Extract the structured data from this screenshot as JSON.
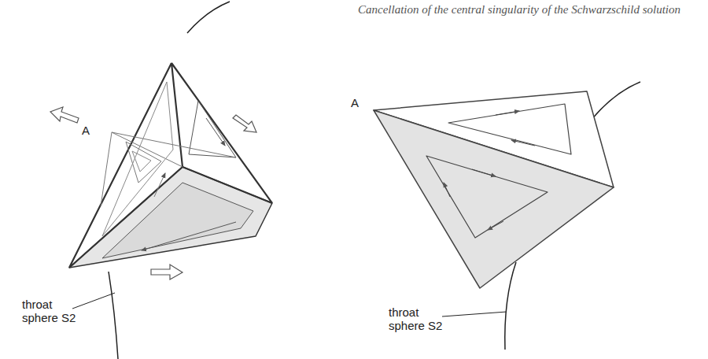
{
  "diagram": {
    "labels": [
      "Cancellation of the central singularity of the Schwarzschild solution",
      "A",
      "throat sphere S2",
      "A",
      "throat sphere S2"
    ]
  }
}
